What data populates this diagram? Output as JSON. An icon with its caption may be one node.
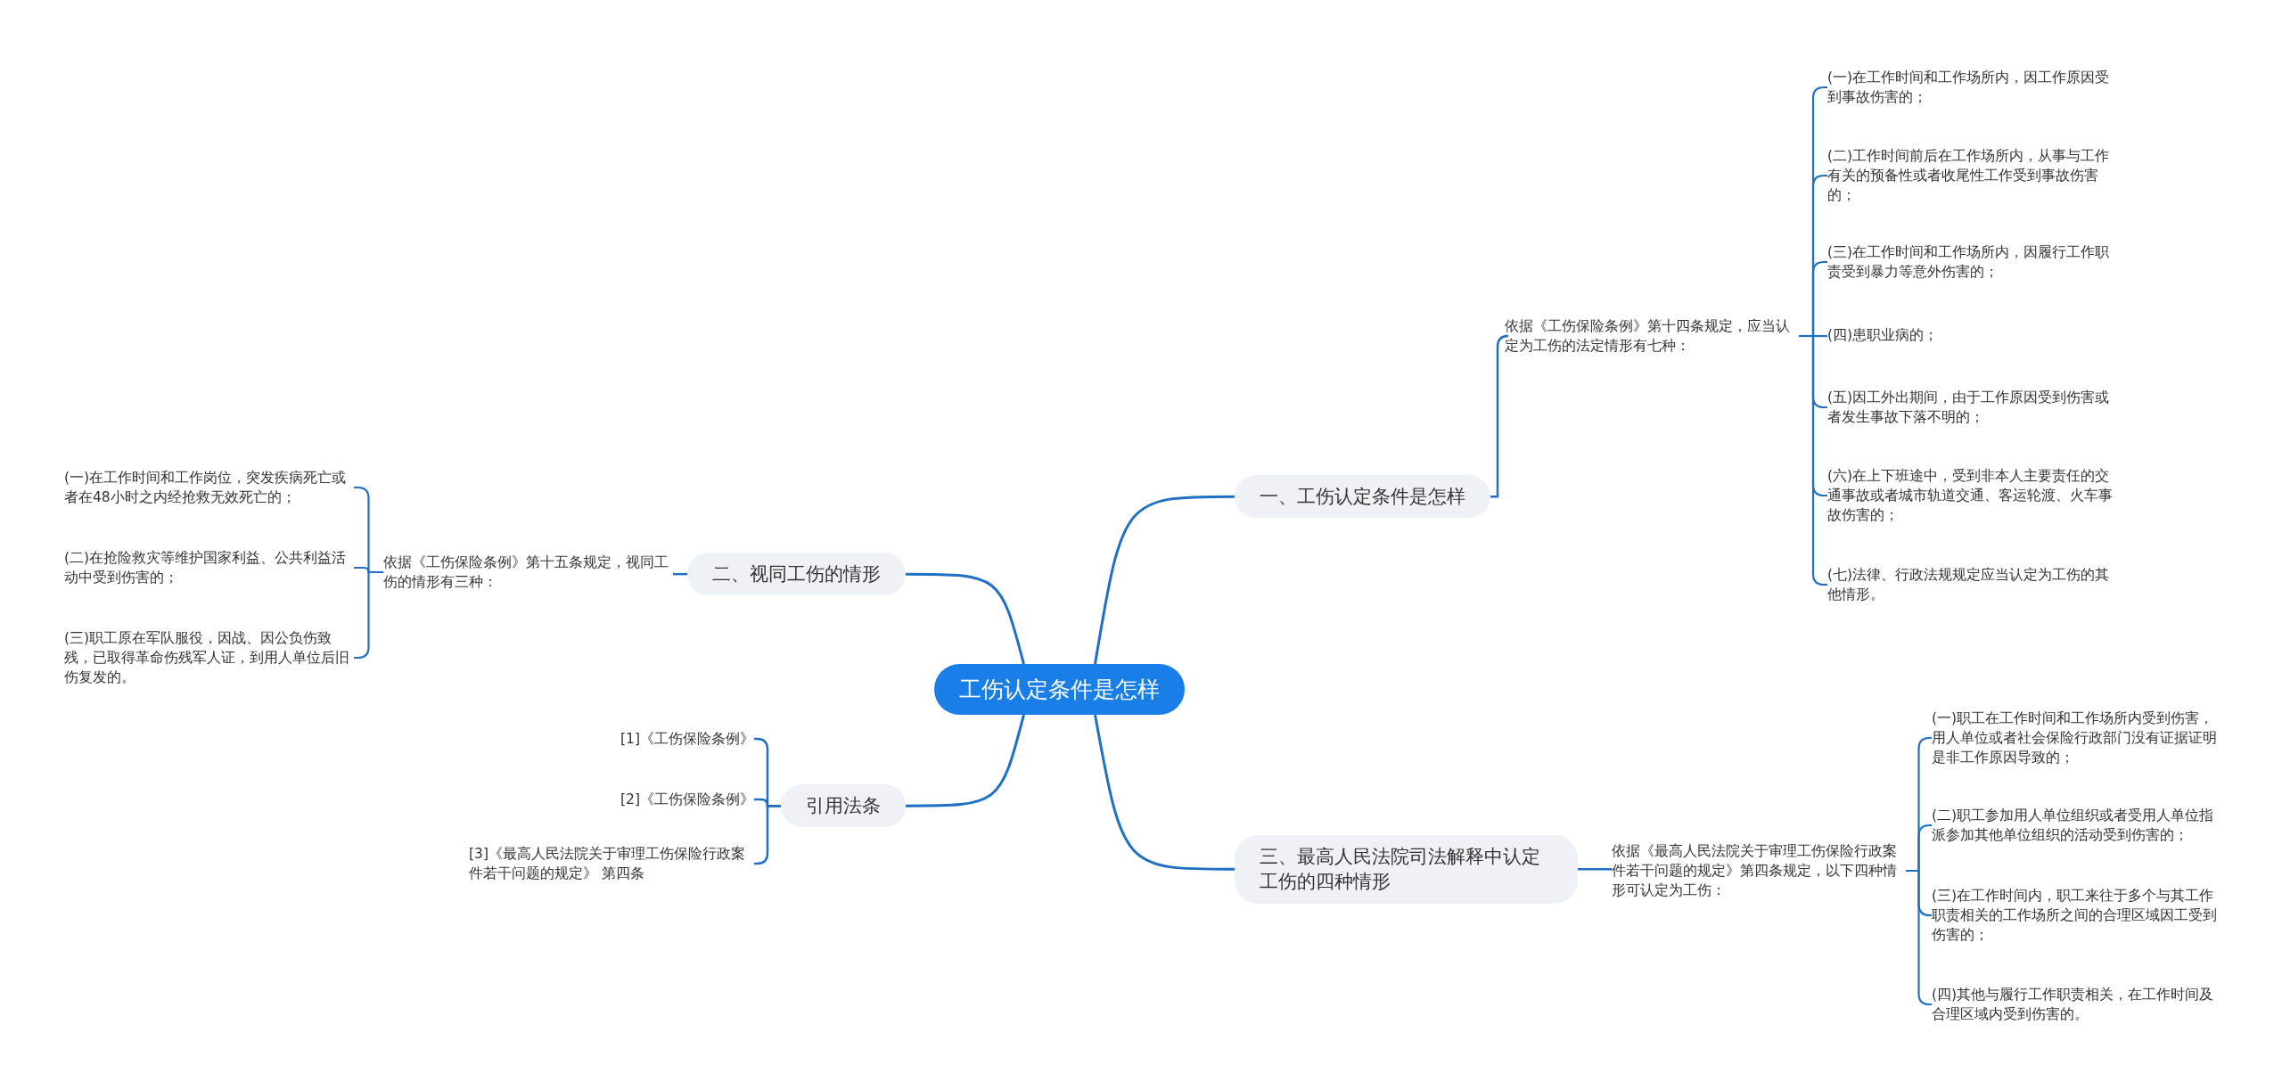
{
  "diagram": {
    "nodes": [
      {
        "text": [
          "工伤认定条件是怎样"
        ]
      },
      {
        "text": [
          "一、工伤认定条件是怎样"
        ]
      },
      {
        "text": [
          "依据《工伤保险条例》第十四条规定，应当认定为工伤的法定情形有七种："
        ]
      },
      {
        "text": [
          "(一)在工作时间和工作场所内，因工作原因受到事故伤害的；"
        ]
      },
      {
        "text": [
          "(二)工作时间前后在工作场所内，从事与工作有关的预备性或者收尾性工作受到事故伤害的；"
        ]
      },
      {
        "text": [
          "(三)在工作时间和工作场所内，因履行工作职责受到暴力等意外伤害的；"
        ]
      },
      {
        "text": [
          "(四)患职业病的；"
        ]
      },
      {
        "text": [
          "(五)因工外出期间，由于工作原因受到伤害或者发生事故下落不明的；"
        ]
      },
      {
        "text": [
          "(六)在上下班途中，受到非本人主要责任的交通事故或者城市轨道交通、客运轮渡、火车事故伤害的；"
        ]
      },
      {
        "text": [
          "(七)法律、行政法规规定应当认定为工伤的其他情形。"
        ]
      },
      {
        "text": [
          "二、视同工伤的情形"
        ]
      },
      {
        "text": [
          "依据《工伤保险条例》第十五条规定，视同工伤的情形有三种："
        ]
      },
      {
        "text": [
          "(一)在工作时间和工作岗位，突发疾病死亡或者在48小时之内经抢救无效死亡的；"
        ]
      },
      {
        "text": [
          "(二)在抢险救灾等维护国家利益、公共利益活动中受到伤害的；"
        ]
      },
      {
        "text": [
          "(三)职工原在军队服役，因战、因公负伤致残，已取得革命伤残军人证，到用人单位后旧伤复发的。"
        ]
      },
      {
        "text": [
          "引用法条"
        ]
      },
      {
        "text": [
          "[1]《工伤保险条例》"
        ]
      },
      {
        "text": [
          "[2]《工伤保险条例》"
        ]
      },
      {
        "text": [
          "[3]《最高人民法院关于审理工伤保险行政案件若干问题的规定》 第四条"
        ]
      },
      {
        "text": [
          "三、最高人民法院司法解释中认定工伤的四种情形"
        ]
      },
      {
        "text": [
          "依据《最高人民法院关于审理工伤保险行政案件若干问题的规定》第四条规定，以下四种情形可认定为工伤："
        ]
      },
      {
        "text": [
          "(一)职工在工作时间和工作场所内受到伤害，用人单位或者社会保险行政部门没有证据证明是非工作原因导致的；"
        ]
      },
      {
        "text": [
          "(二)职工参加用人单位组织或者受用人单位指派参加其他单位组织的活动受到伤害的；"
        ]
      },
      {
        "text": [
          "(三)在工作时间内，职工来往于多个与其工作职责相关的工作场所之间的合理区域因工受到伤害的；"
        ]
      },
      {
        "text": [
          "(四)其他与履行工作职责相关，在工作时间及合理区域内受到伤害的。"
        ]
      }
    ],
    "edges": [
      {
        "from": 0,
        "to": 1,
        "arrow": "none"
      },
      {
        "from": 1,
        "to": 2,
        "arrow": "none"
      },
      {
        "from": 2,
        "to": 3,
        "arrow": "none"
      },
      {
        "from": 2,
        "to": 4,
        "arrow": "none"
      },
      {
        "from": 2,
        "to": 5,
        "arrow": "none"
      },
      {
        "from": 2,
        "to": 6,
        "arrow": "none"
      },
      {
        "from": 2,
        "to": 7,
        "arrow": "none"
      },
      {
        "from": 2,
        "to": 8,
        "arrow": "none"
      },
      {
        "from": 2,
        "to": 9,
        "arrow": "none"
      },
      {
        "from": 0,
        "to": 10,
        "arrow": "none"
      },
      {
        "from": 10,
        "to": 11,
        "arrow": "none"
      },
      {
        "from": 11,
        "to": 12,
        "arrow": "none"
      },
      {
        "from": 11,
        "to": 13,
        "arrow": "none"
      },
      {
        "from": 11,
        "to": 14,
        "arrow": "none"
      },
      {
        "from": 0,
        "to": 15,
        "arrow": "none"
      },
      {
        "from": 15,
        "to": 16,
        "arrow": "none"
      },
      {
        "from": 15,
        "to": 17,
        "arrow": "none"
      },
      {
        "from": 15,
        "to": 18,
        "arrow": "none"
      },
      {
        "from": 0,
        "to": 19,
        "arrow": "none"
      },
      {
        "from": 19,
        "to": 20,
        "arrow": "none"
      },
      {
        "from": 20,
        "to": 21,
        "arrow": "none"
      },
      {
        "from": 20,
        "to": 22,
        "arrow": "none"
      },
      {
        "from": 20,
        "to": 23,
        "arrow": "none"
      },
      {
        "from": 20,
        "to": 24,
        "arrow": "none"
      }
    ]
  }
}
